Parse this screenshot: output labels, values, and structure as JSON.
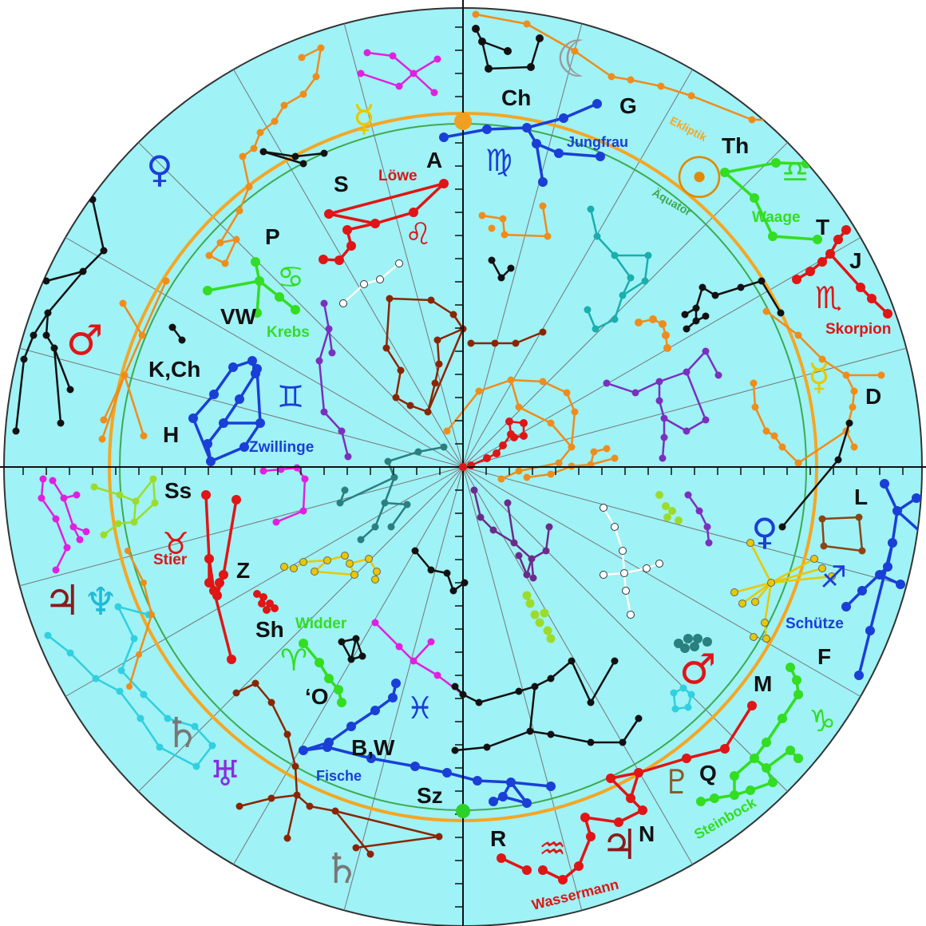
{
  "colors": {
    "sky": "#9ff2f6",
    "ecliptic": "#f5a623",
    "equator": "#3daa4e",
    "spokes": "#777777",
    "axes": "#111111"
  },
  "circle_labels": {
    "ecliptic": "Ekliptik",
    "equator": "Äquator"
  },
  "markers": {
    "north_point": "#f0a020",
    "south_point": "#2bd12b"
  },
  "zodiac": [
    {
      "key": "jungfrau",
      "name": "Jungfrau",
      "color": "#1a3fd6",
      "glyph": "♍"
    },
    {
      "key": "waage",
      "name": "Waage",
      "color": "#33dd22",
      "glyph": "♎"
    },
    {
      "key": "skorpion",
      "name": "Skorpion",
      "color": "#e01515",
      "glyph": "♏"
    },
    {
      "key": "schuetze",
      "name": "Schütze",
      "color": "#1a3fd6",
      "glyph": "♐"
    },
    {
      "key": "steinbock",
      "name": "Steinbock",
      "color": "#33dd22",
      "glyph": "♑"
    },
    {
      "key": "wassermann",
      "name": "Wassermann",
      "color": "#e01515",
      "glyph": "♒"
    },
    {
      "key": "fische",
      "name": "Fische",
      "color": "#1a3fd6",
      "glyph": "♓"
    },
    {
      "key": "widder",
      "name": "Widder",
      "color": "#33dd22",
      "glyph": "♈"
    },
    {
      "key": "stier",
      "name": "Stier",
      "color": "#e01515",
      "glyph": "♉"
    },
    {
      "key": "zwillinge",
      "name": "Zwillinge",
      "color": "#1a3fd6",
      "glyph": "♊"
    },
    {
      "key": "krebs",
      "name": "Krebs",
      "color": "#33dd22",
      "glyph": "♋"
    },
    {
      "key": "loewe",
      "name": "Löwe",
      "color": "#e01515",
      "glyph": "♌"
    }
  ],
  "letters": [
    "Ch",
    "G",
    "A",
    "S",
    "Th",
    "T",
    "J",
    "P",
    "VW",
    "K,Ch",
    "H",
    "D",
    "L",
    "F",
    "M",
    "Q",
    "N",
    "R",
    "Sz",
    "B,W",
    "‘O",
    "Sh",
    "Z",
    "Ss"
  ],
  "planets": [
    {
      "name": "moon",
      "glyph": "☾",
      "color": "#999999"
    },
    {
      "name": "mercury",
      "glyph": "☿",
      "color": "#e8c800"
    },
    {
      "name": "venus",
      "glyph": "♀",
      "color": "#1a3fd6"
    },
    {
      "name": "mars",
      "glyph": "♂",
      "color": "#e01515"
    },
    {
      "name": "jupiter",
      "glyph": "♃",
      "color": "#8b1a1a"
    },
    {
      "name": "neptune",
      "glyph": "♆",
      "color": "#20b8d8"
    },
    {
      "name": "saturn",
      "glyph": "♄",
      "color": "#777777"
    },
    {
      "name": "uranus",
      "glyph": "♅",
      "color": "#8a2be2"
    },
    {
      "name": "pluto",
      "glyph": "♇",
      "color": "#8b5a2b"
    },
    {
      "name": "sun",
      "glyph": "☉",
      "color": "#e08a00"
    }
  ],
  "constellation_colors": [
    "#f08c1a",
    "#e020e0",
    "#111111",
    "#8b2500",
    "#7b2fbf",
    "#1aaeae",
    "#9bdc2a",
    "#2a7f7f",
    "#ffffff",
    "#e8c800",
    "#8b4513",
    "#30d0e0"
  ]
}
